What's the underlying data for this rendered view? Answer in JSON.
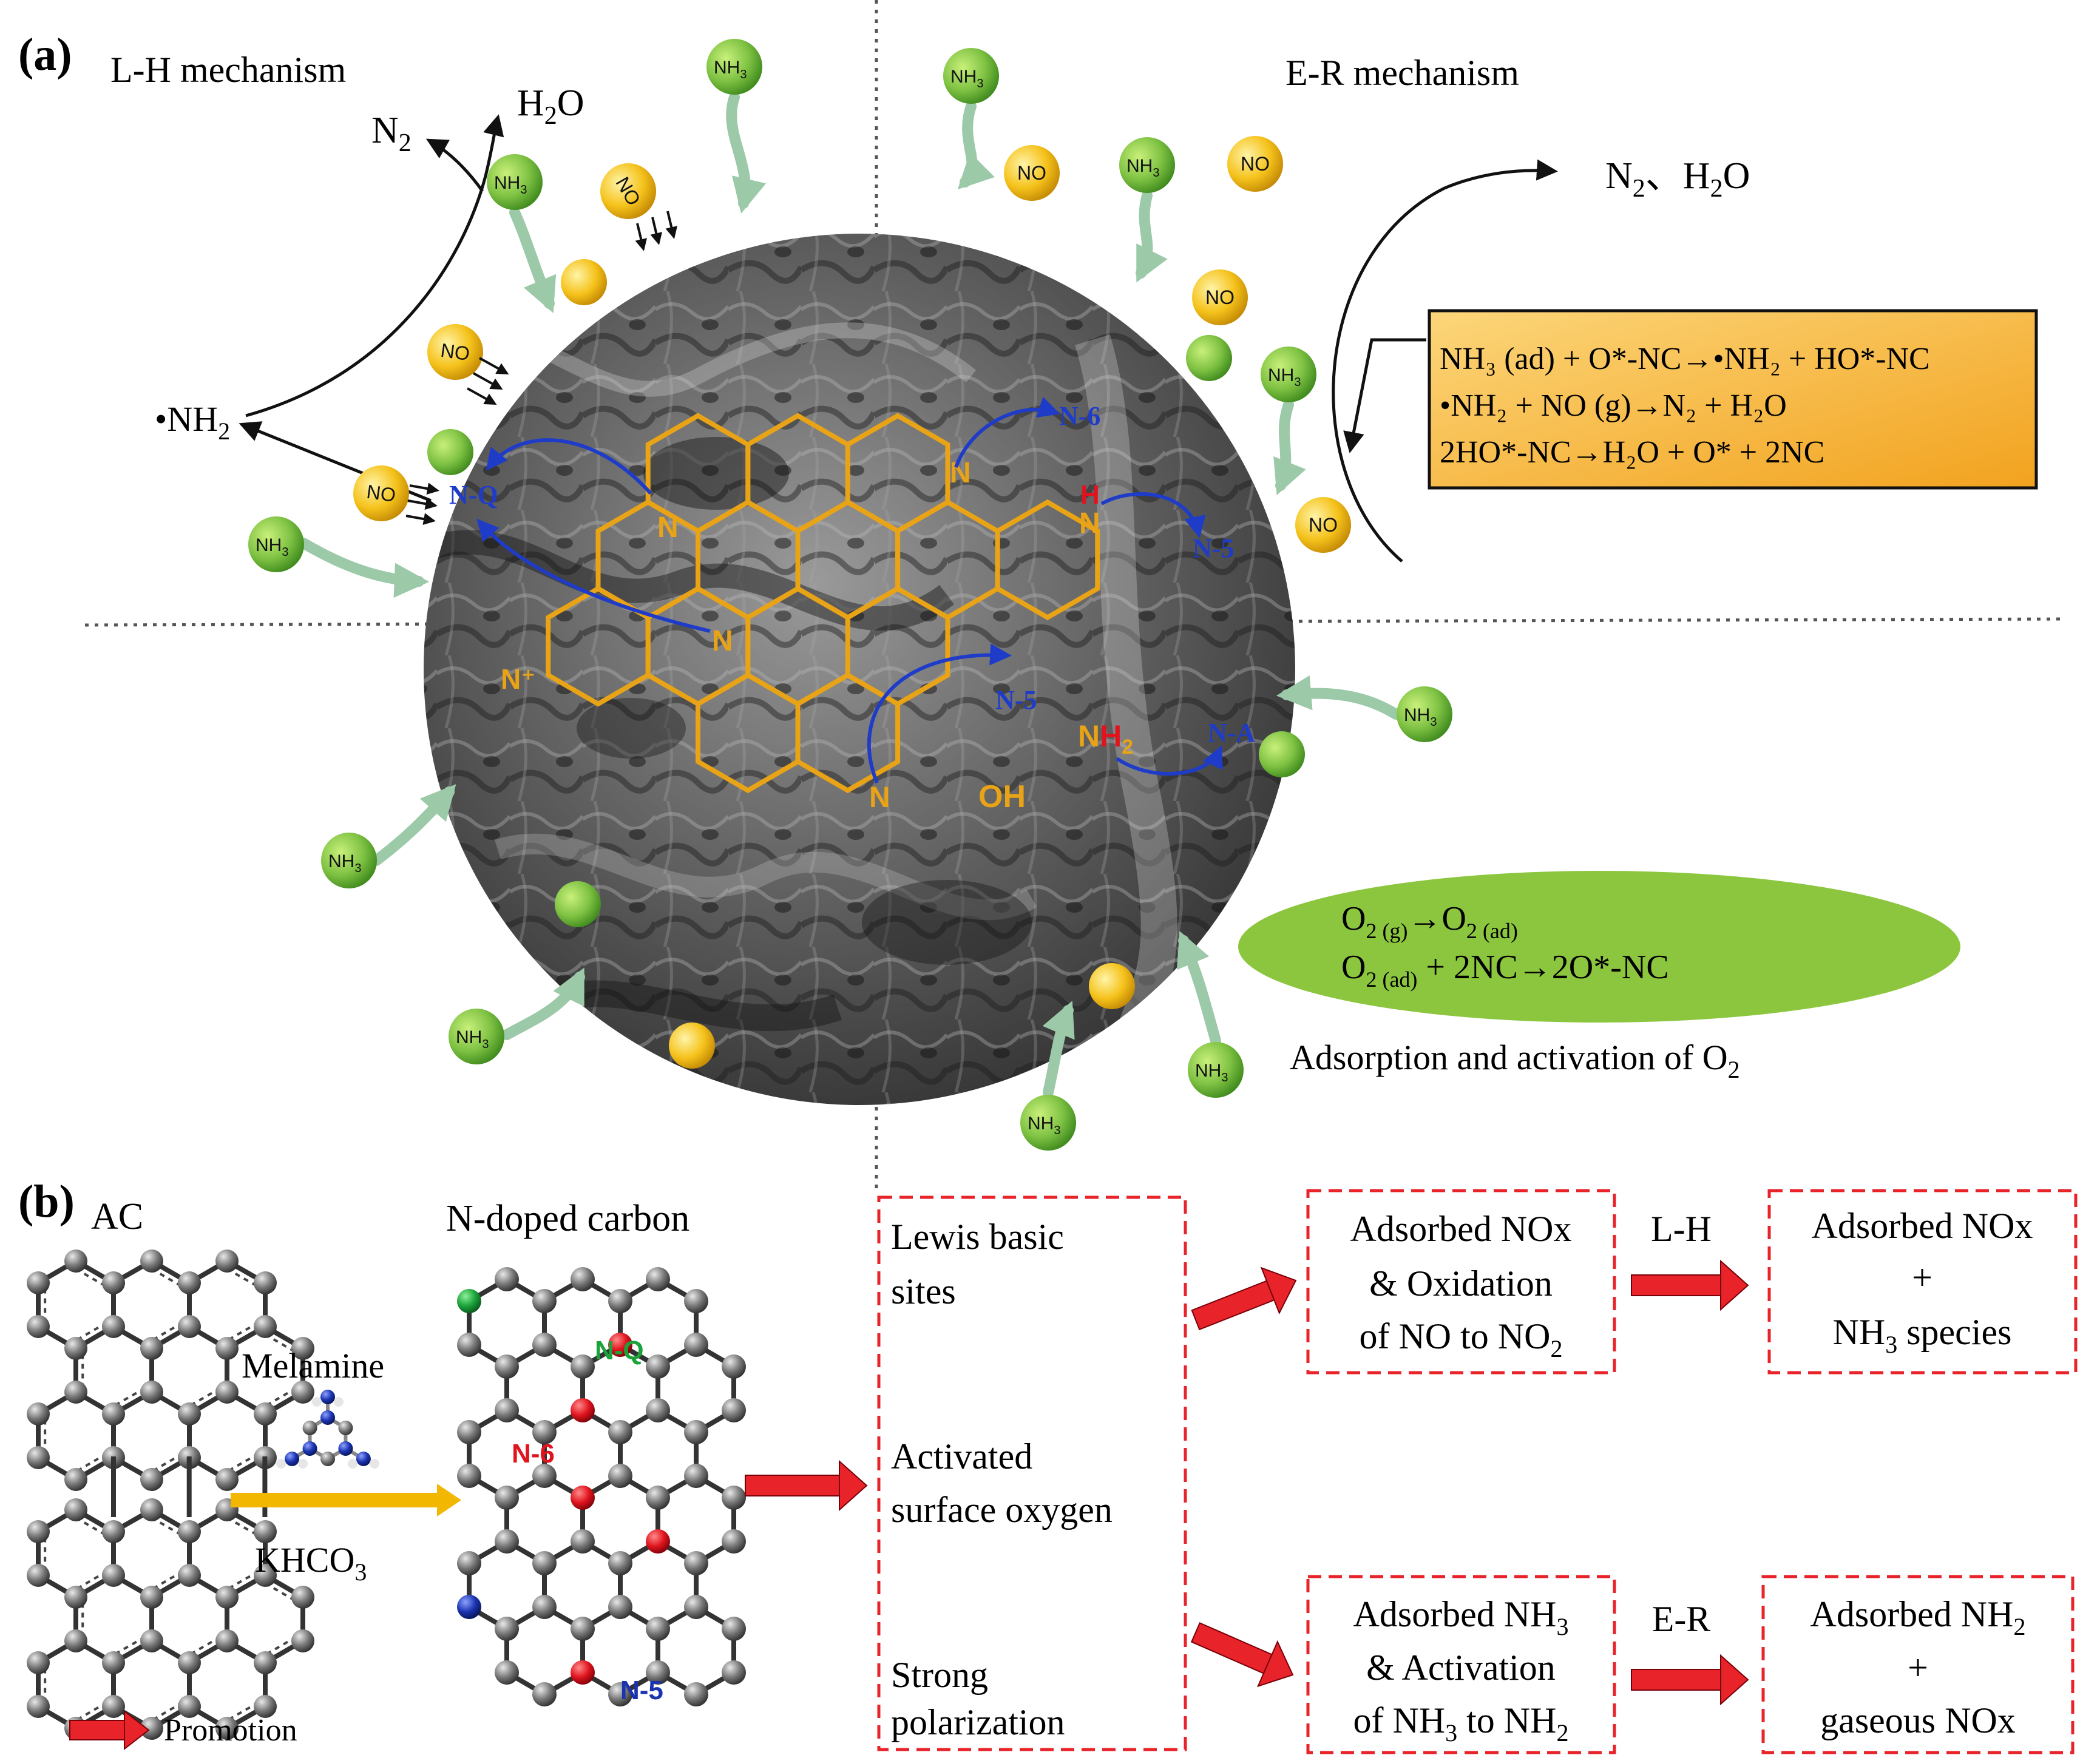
{
  "panel_a": {
    "label": "(a)",
    "lh_title": "L-H mechanism",
    "er_title": "E-R mechanism",
    "lh_products": {
      "n2": "N",
      "n2_sub": "2",
      "h2o_h": "H",
      "h2o_sub": "2",
      "h2o_o": "O"
    },
    "nh2_radical": {
      "prefix": "•NH",
      "sub": "2"
    },
    "er_products": {
      "n": "N",
      "n_sub": "2",
      "sep": "、",
      "h": "H",
      "h_sub": "2",
      "o": "O"
    },
    "er_box": {
      "color": "#F7B23B",
      "lines": [
        "NH₃ (ad) + O*-NC→•NH₂ + HO*-NC",
        "•NH₂ + NO (g)→N₂ + H₂O",
        "2HO*-NC→H₂O + O* + 2NC"
      ]
    },
    "o2_ellipse": {
      "color": "#8CC63F",
      "line1": {
        "a": "O",
        "a_sub": "2 (g)",
        "arrow": "→O",
        "b_sub": "2 (ad)"
      },
      "line2": {
        "a": "O",
        "a_sub": "2 (ad)",
        "rest": " + 2NC→2O*-NC"
      }
    },
    "o2_caption": {
      "text": "Adsorption and activation of O",
      "sub": "2"
    },
    "molecule_labels": {
      "nh3": "NH",
      "nh3_sub": "3",
      "no": "NO"
    },
    "n_species": {
      "n_q": "N-Q",
      "n_6": "N-6",
      "n_5": "N-5",
      "n_5b": "N-5",
      "n_a": "N-A"
    },
    "structure_labels": {
      "n": "N",
      "n_plus": "N⁺",
      "h": "H",
      "nh2_n": "N",
      "nh2_h": "H",
      "nh2_sub": "2",
      "oh": "OH"
    },
    "colors": {
      "nh3_ball": "#7DC142",
      "no_ball": "#F5C21B",
      "structure": "#E8A317",
      "arrow_blue": "#1E3CC8",
      "curly_arrow": "#9CC9A8"
    }
  },
  "panel_b": {
    "label": "(b)",
    "ac_title": "AC",
    "ndc_title": "N-doped carbon",
    "reagent_top": "Melamine",
    "reagent_bottom": {
      "text": "KHCO",
      "sub": "3"
    },
    "site_labels": {
      "n_q": "N-Q",
      "n_6": "N-6",
      "n_5": "N-5"
    },
    "legend": "Promotion",
    "properties": [
      "Lewis basic",
      "sites",
      "Activated",
      "surface oxygen",
      "Strong",
      "polarization"
    ],
    "top_path": {
      "box1": [
        "Adsorbed NOx",
        "& Oxidation",
        "of NO to NO"
      ],
      "box1_sub": "2",
      "label": "L-H",
      "box2": [
        "Adsorbed NOx",
        "+",
        "NH"
      ],
      "box2_tail": " species",
      "box2_sub": "3"
    },
    "bottom_path": {
      "box1": [
        "Adsorbed NH",
        "& Activation",
        "of NH"
      ],
      "box1_mid": " to NH",
      "box1_sub": "3",
      "label": "E-R",
      "box2": [
        "Adsorbed NH",
        "+",
        "gaseous NOx"
      ],
      "box2_sub": "2"
    },
    "colors": {
      "dash_box": "#E8232A",
      "promo_arrow": "#E8232A",
      "melamine_arrow": "#F2B700",
      "atom_grey": "#6E6E6E",
      "n6": "#E0141E",
      "nq": "#1BA33A",
      "n5": "#1A33B0"
    }
  }
}
